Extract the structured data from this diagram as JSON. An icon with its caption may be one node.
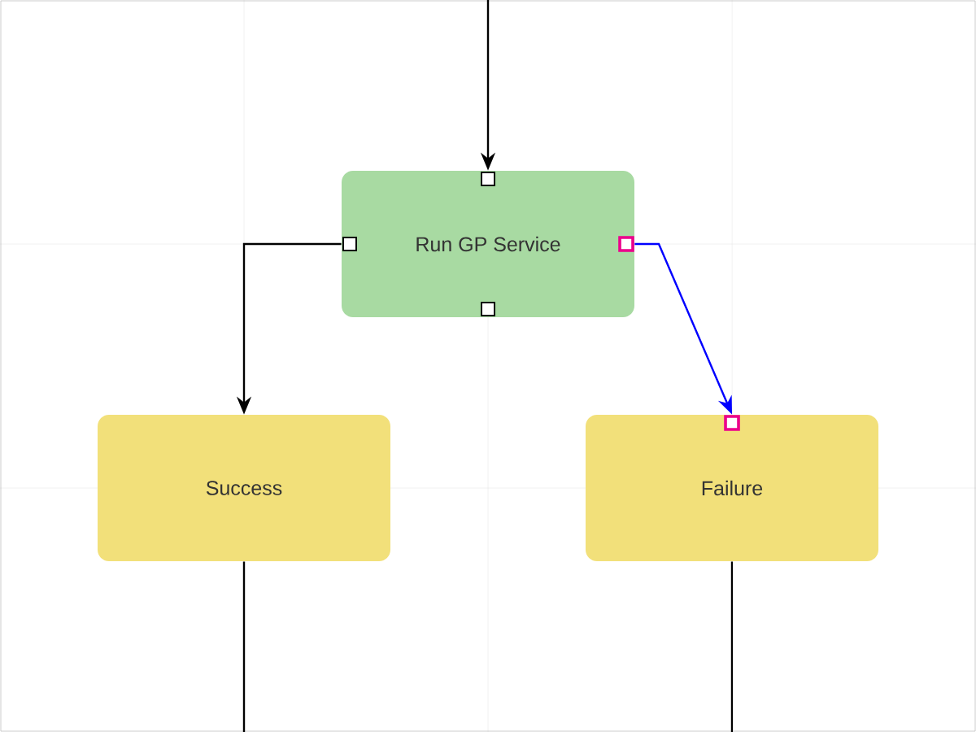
{
  "diagram": {
    "nodes": [
      {
        "text": [
          "Run GP Service"
        ]
      },
      {
        "text": [
          "Success"
        ]
      },
      {
        "text": [
          "Failure"
        ]
      }
    ],
    "edges": [
      {
        "from": null,
        "to": 0,
        "arrow": "to"
      },
      {
        "from": 0,
        "to": 1,
        "arrow": "to"
      },
      {
        "from": 0,
        "to": 2,
        "arrow": "to",
        "color": "#0000ff"
      },
      {
        "from": 1,
        "to": null,
        "arrow": "none"
      },
      {
        "from": 2,
        "to": null,
        "arrow": "none"
      }
    ]
  }
}
